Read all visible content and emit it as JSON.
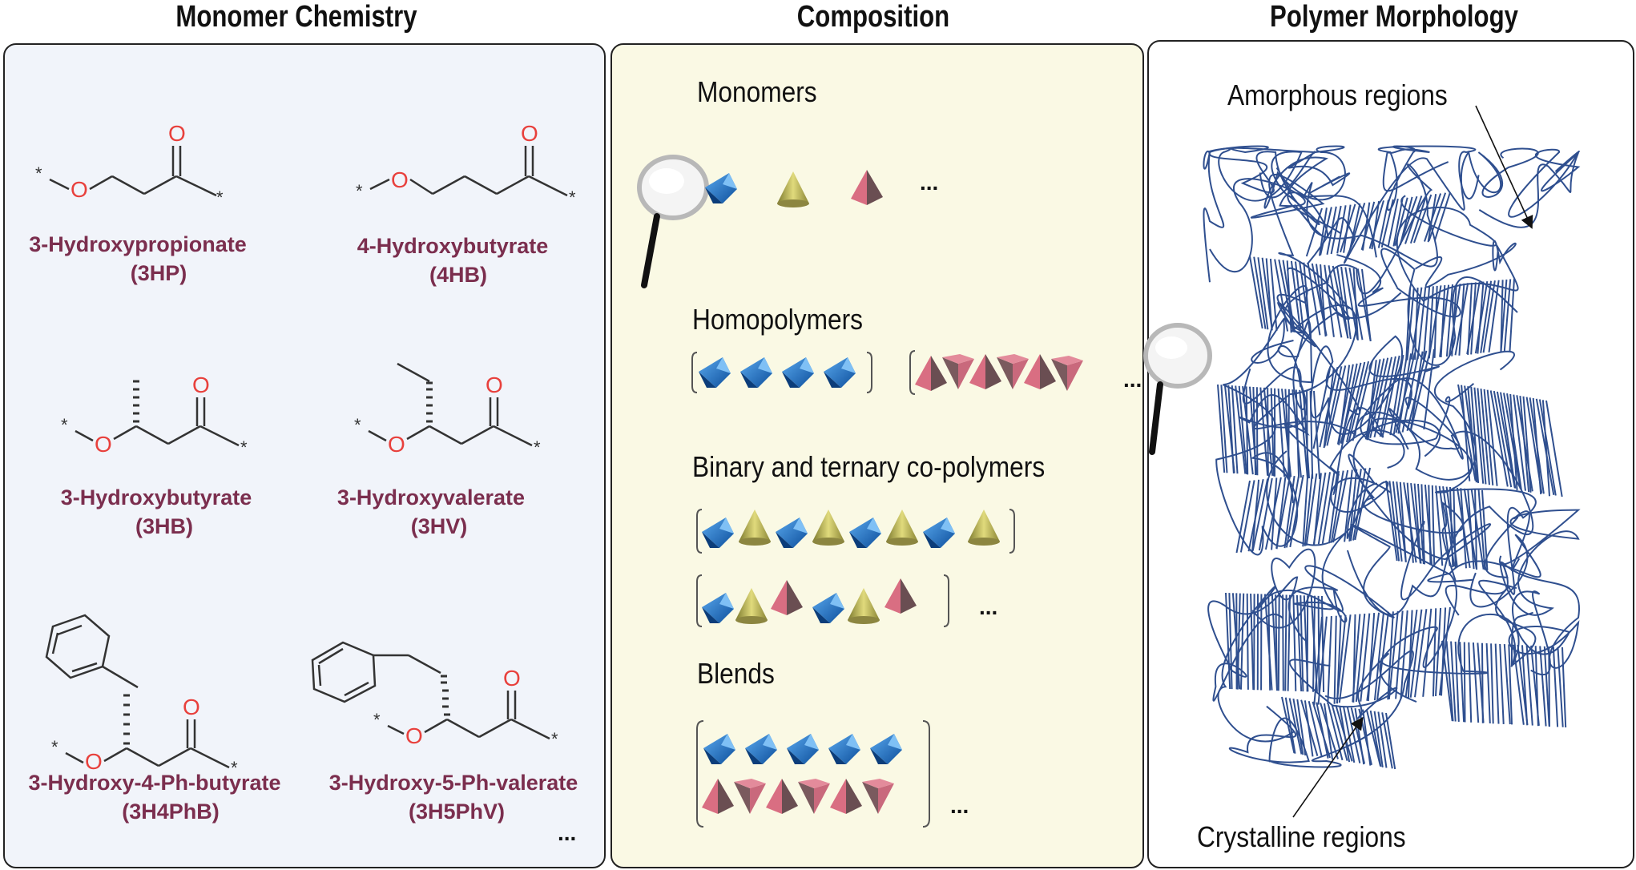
{
  "headers": {
    "monomer_chemistry": "Monomer Chemistry",
    "composition": "Composition",
    "polymer_morphology": "Polymer Morphology"
  },
  "monomers": [
    {
      "name": "3-Hydroxypropionate",
      "abbr": "(3HP)"
    },
    {
      "name": "4-Hydroxybutyrate",
      "abbr": "(4HB)"
    },
    {
      "name": "3-Hydroxybutyrate",
      "abbr": "(3HB)"
    },
    {
      "name": "3-Hydroxyvalerate",
      "abbr": "(3HV)"
    },
    {
      "name": "3-Hydroxy-4-Ph-butyrate",
      "abbr": "(3H4PhB)"
    },
    {
      "name": "3-Hydroxy-5-Ph-valerate",
      "abbr": "(3H5PhV)"
    }
  ],
  "atoms": {
    "oxygen": "O",
    "wildcard": "*"
  },
  "ellipsis": "...",
  "composition": {
    "monomers": "Monomers",
    "homopolymers": "Homopolymers",
    "copolymers": "Binary and ternary co-polymers",
    "blends": "Blends"
  },
  "morphology": {
    "amorphous": "Amorphous regions",
    "crystalline": "Crystalline regions"
  },
  "colors": {
    "label_text": "#7b2e4e",
    "oxygen": "#e8403c",
    "bond": "#333333",
    "tetrahedron_blue": "#1f6fc4",
    "cone_olive": "#b9b14c",
    "pyramid_red": "#c0566a",
    "chain": "#2f4f8f",
    "panel1_bg": "#f1f4fa",
    "panel2_bg": "#faf9e4"
  }
}
